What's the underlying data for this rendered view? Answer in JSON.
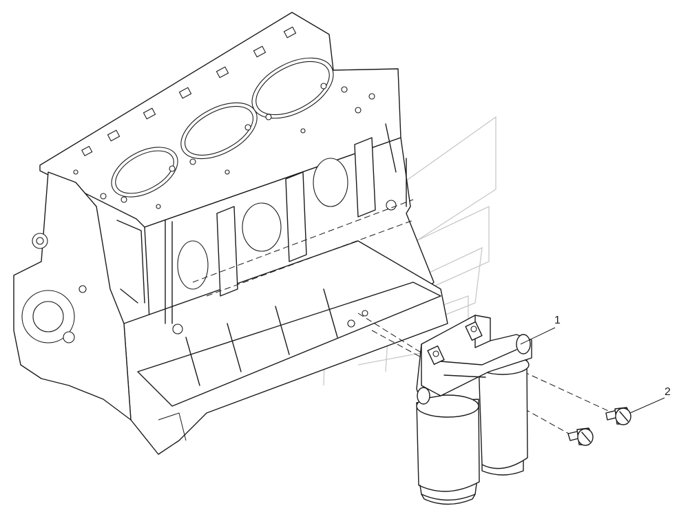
{
  "callouts": [
    {
      "number": "1",
      "part": "filter-assembly"
    },
    {
      "number": "2",
      "part": "bolt"
    }
  ],
  "colors": {
    "line": "#1a1a1a",
    "background": "#ffffff",
    "watermark": "#c8c8c8"
  }
}
